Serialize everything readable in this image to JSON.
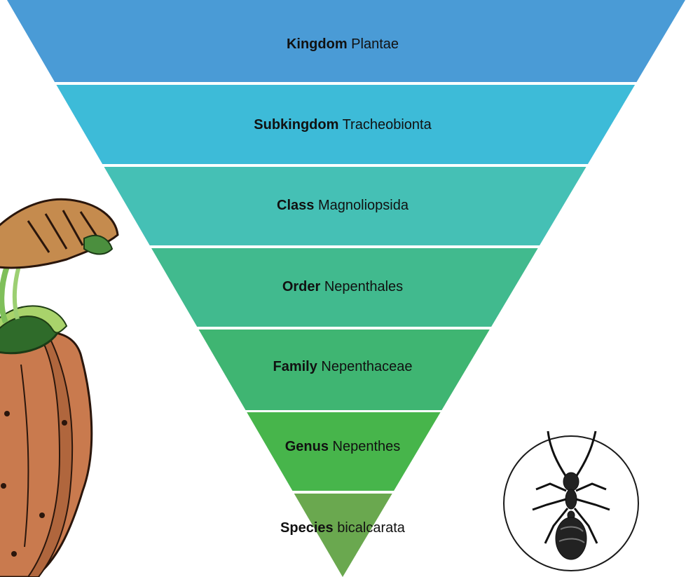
{
  "diagram": {
    "levels": [
      {
        "rank": "Kingdom",
        "name": "Plantae",
        "color": "#4a9bd6"
      },
      {
        "rank": "Subkingdom",
        "name": "Tracheobionta",
        "color": "#3dbbd8"
      },
      {
        "rank": "Class",
        "name": "Magnoliopsida",
        "color": "#45c0b5"
      },
      {
        "rank": "Order",
        "name": "Nepenthales",
        "color": "#41ba8e"
      },
      {
        "rank": "Family",
        "name": "Nepenthaceae",
        "color": "#3fb572"
      },
      {
        "rank": "Genus",
        "name": "Nepenthes",
        "color": "#47b54b"
      },
      {
        "rank": "Species",
        "name": "bicalcarata",
        "color": "#6aa84f"
      }
    ]
  },
  "illustrations": {
    "left": "pitcher-plant-drawing",
    "right": "ant-in-circle-drawing"
  }
}
